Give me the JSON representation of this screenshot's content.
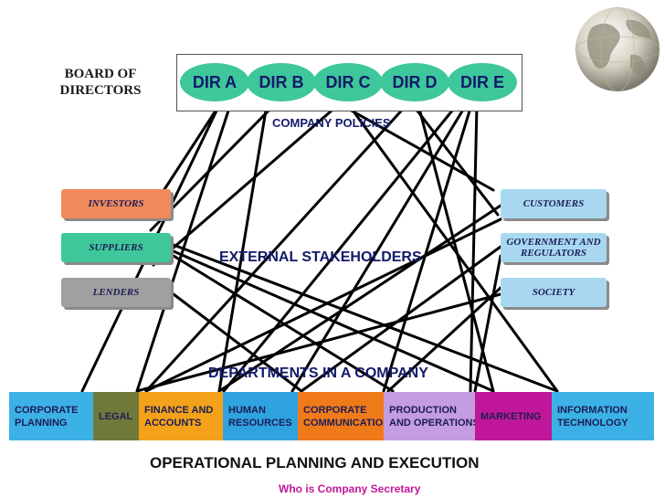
{
  "board_label": "BOARD OF DIRECTORS",
  "directors": [
    "DIR A",
    "DIR B",
    "DIR C",
    "DIR D",
    "DIR E"
  ],
  "company_policies": "COMPANY POLICIES",
  "external_stakeholders": "EXTERNAL STAKEHOLDERS",
  "departments_heading": "DEPARTMENTS IN A COMPANY",
  "stakeholders_left": [
    "INVESTORS",
    "SUPPLIERS",
    "LENDERS"
  ],
  "stakeholders_right": [
    "CUSTOMERS",
    "GOVERNMENT AND REGULATORS",
    "SOCIETY"
  ],
  "departments": [
    {
      "line1": "CORPORATE",
      "line2": "PLANNING"
    },
    {
      "line1": "LEGAL",
      "line2": ""
    },
    {
      "line1": "FINANCE AND",
      "line2": "ACCOUNTS"
    },
    {
      "line1": "HUMAN",
      "line2": "RESOURCES"
    },
    {
      "line1": "CORPORATE",
      "line2": "COMMUNICATIONS"
    },
    {
      "line1": "PRODUCTION",
      "line2": "AND OPERATIONS"
    },
    {
      "line1": "MARKETING",
      "line2": ""
    },
    {
      "line1": "INFORMATION",
      "line2": "TECHNOLOGY"
    }
  ],
  "footer_title": "OPERATIONAL PLANNING AND EXECUTION",
  "footer_subtitle": "Who is  Company Secretary",
  "colors": {
    "director": "#3ec79a",
    "investors": "#f08a5d",
    "suppliers": "#3ec79a",
    "lenders": "#a0a0a0",
    "right_stakeholders": "#a8d8f0",
    "corporate_planning": "#3cb1e6",
    "legal": "#6f7a3a",
    "finance": "#f3a21a",
    "human_resources": "#2fa3e0",
    "corporate_communications": "#f07a1a",
    "production": "#c49ce0",
    "marketing": "#c0179a",
    "information_technology": "#3cb1e6",
    "footer_subtitle": "#c0179a"
  }
}
